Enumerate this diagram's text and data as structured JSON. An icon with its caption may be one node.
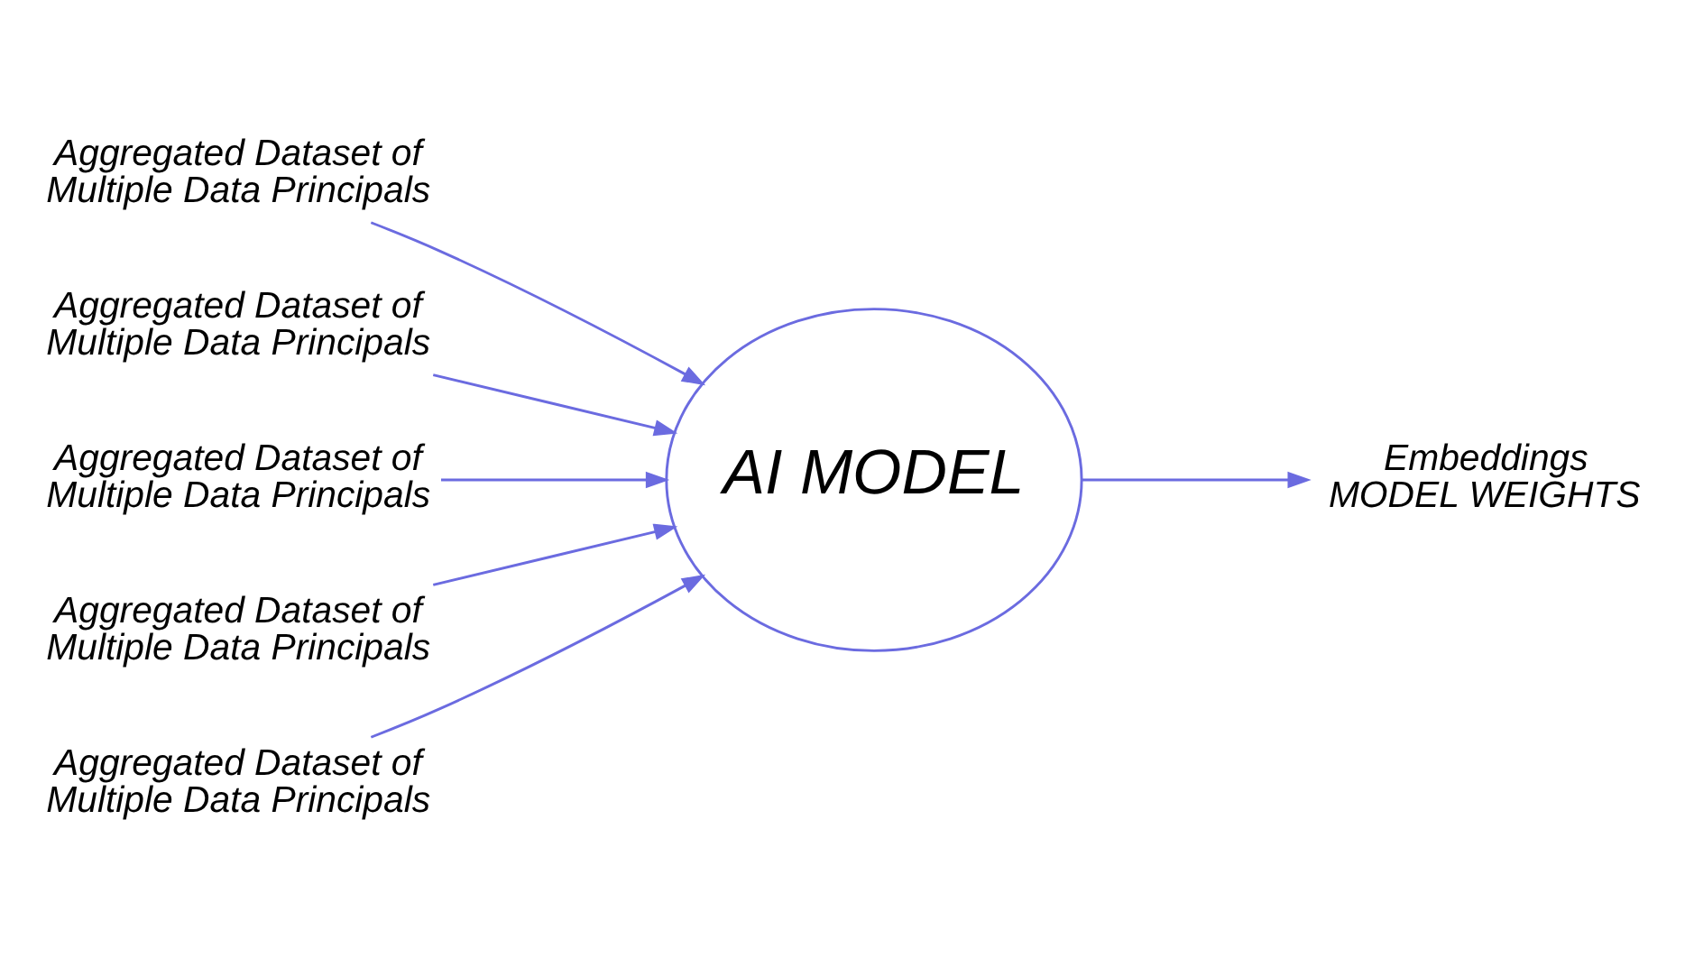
{
  "diagram": {
    "nodes": [
      {
        "text": [
          "Aggregated Dataset of Multiple Data Principals"
        ]
      },
      {
        "text": [
          "Aggregated Dataset of Multiple Data Principals"
        ]
      },
      {
        "text": [
          "Aggregated Dataset of Multiple Data Principals"
        ]
      },
      {
        "text": [
          "Aggregated Dataset of Multiple Data Principals"
        ]
      },
      {
        "text": [
          "Aggregated Dataset of Multiple Data Principals"
        ]
      },
      {
        "text": [
          "AI MODEL"
        ]
      },
      {
        "text": [
          "Embeddings MODEL WEIGHTS"
        ]
      }
    ],
    "edges": [
      {
        "from": 0,
        "to": 5,
        "arrow": "to"
      },
      {
        "from": 1,
        "to": 5,
        "arrow": "to"
      },
      {
        "from": 2,
        "to": 5,
        "arrow": "to"
      },
      {
        "from": 3,
        "to": 5,
        "arrow": "to"
      },
      {
        "from": 4,
        "to": 5,
        "arrow": "to"
      },
      {
        "from": 5,
        "to": 6,
        "arrow": "to"
      }
    ]
  }
}
